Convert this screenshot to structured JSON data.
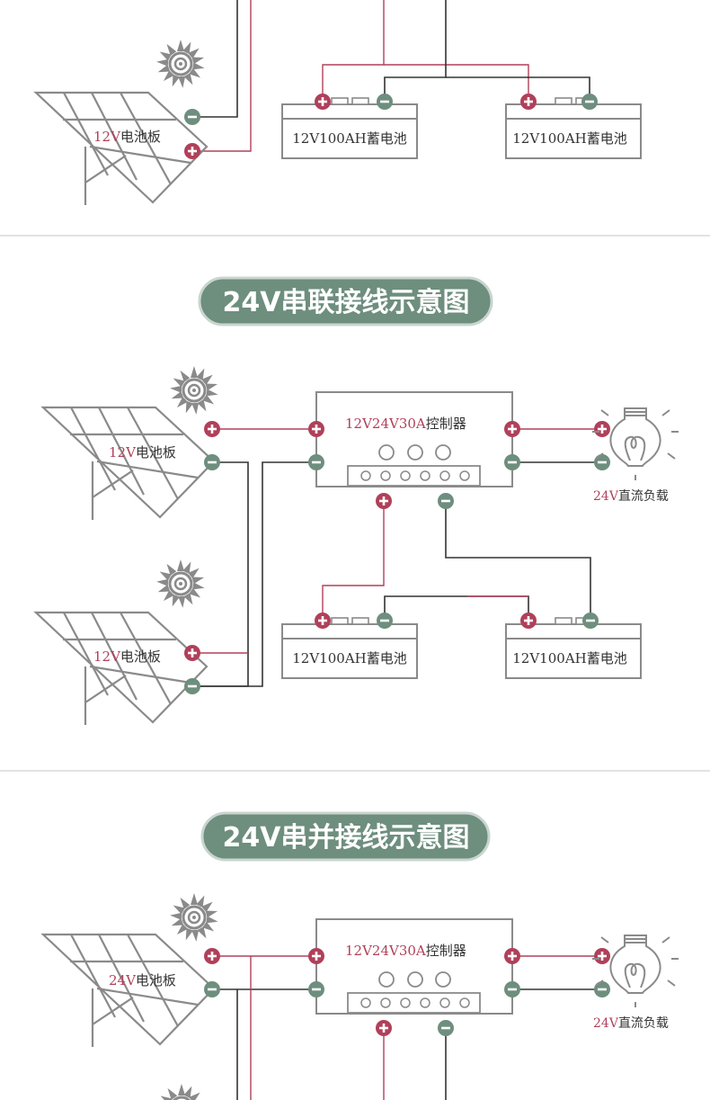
{
  "colors": {
    "accent_red": "#b0405a",
    "accent_green": "#6e8e7e",
    "line_dark": "#333333",
    "outline": "#8a8a8a",
    "divider": "#d8d8d8"
  },
  "sections": [
    {
      "battery_label_1": "12V100AH蓄电池",
      "battery_label_2": "12V100AH蓄电池",
      "panel_voltage": "12V",
      "panel_text": "电池板"
    },
    {
      "title": "24V串联接线示意图",
      "controller_voltage": "12V24V30A",
      "controller_text": "控制器",
      "panel1_voltage": "12V",
      "panel1_text": "电池板",
      "panel2_voltage": "12V",
      "panel2_text": "电池板",
      "battery_label_1": "12V100AH蓄电池",
      "battery_label_2": "12V100AH蓄电池",
      "load_voltage": "24V",
      "load_text": "直流负载"
    },
    {
      "title": "24V串并接线示意图",
      "controller_voltage": "12V24V30A",
      "controller_text": "控制器",
      "panel_voltage": "24V",
      "panel_text": "电池板",
      "load_voltage": "24V",
      "load_text": "直流负载"
    }
  ]
}
